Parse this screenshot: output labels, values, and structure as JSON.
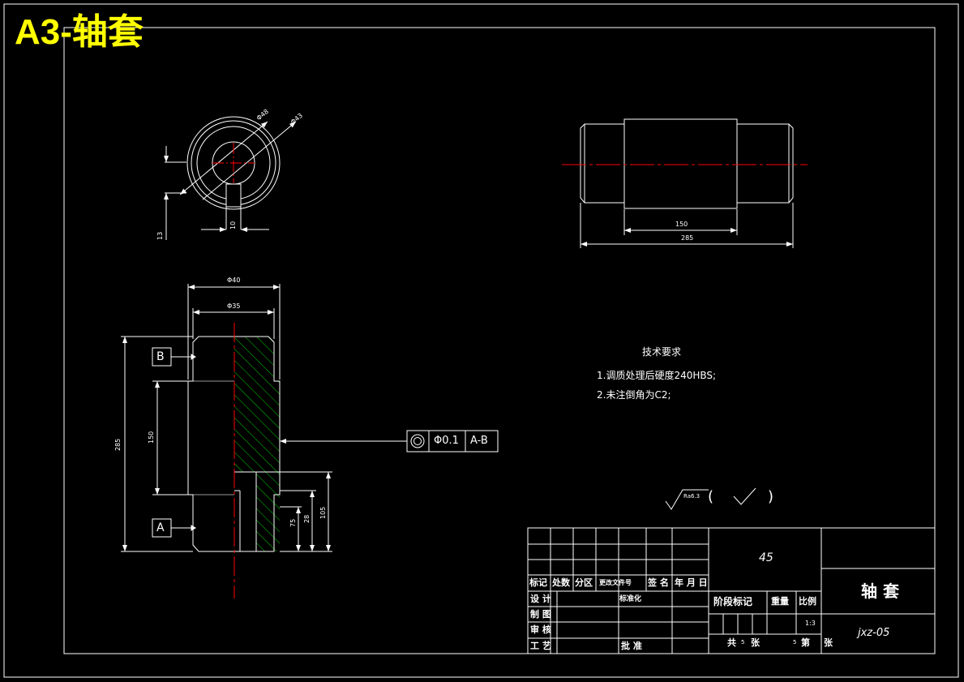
{
  "title": "A3-轴套",
  "colors": {
    "background": "#000000",
    "line": "#ffffff",
    "title": "#ffff00",
    "center_line": "#ff0000",
    "hatch": "#00cc00"
  },
  "top_view": {
    "dims": {
      "d_outer": "Φ48",
      "d_inner": "Φ43",
      "keyway_width": "10",
      "keyway_depth": "13"
    }
  },
  "side_view": {
    "dims": {
      "length_mid": "150",
      "length_total": "285"
    }
  },
  "section_view": {
    "dims": {
      "d40": "Φ40",
      "d35": "Φ35",
      "total": "285",
      "mid": "150",
      "h75": "75",
      "h28": "28",
      "h105": "105"
    },
    "datum_b": "B",
    "datum_a": "A",
    "tolerance": {
      "value": "Φ0.1",
      "datum": "A-B"
    }
  },
  "tech_req": {
    "heading": "技术要求",
    "items": [
      "1.调质处理后硬度240HBS;",
      "2.未注倒角为C2;"
    ]
  },
  "roughness": {
    "label": "Ra6.3",
    "open": "(",
    "close": ")"
  },
  "title_block": {
    "material": "45",
    "part_name": "轴 套",
    "drawing_no": "jxz-05",
    "scale": "1:3",
    "headers": {
      "biaoji": "标记",
      "chushu": "处数",
      "fenqu": "分区",
      "gengai": "更改文件号",
      "qianming": "签 名",
      "nianyueri": "年 月 日"
    },
    "rows": {
      "sheji": "设 计",
      "zhitu": "制 图",
      "shenhe": "审 核",
      "gongyi": "工 艺",
      "biaozhunhua": "标准化",
      "pizhun": "批 准"
    },
    "stage": "阶段标记",
    "weight": "重量",
    "ratio": "比例",
    "sheet_total_prefix": "共",
    "sheet_total": "5",
    "sheet_unit": "张",
    "sheet_no": "5",
    "sheet_no_label": "第",
    "sheet_no_unit": "张"
  }
}
